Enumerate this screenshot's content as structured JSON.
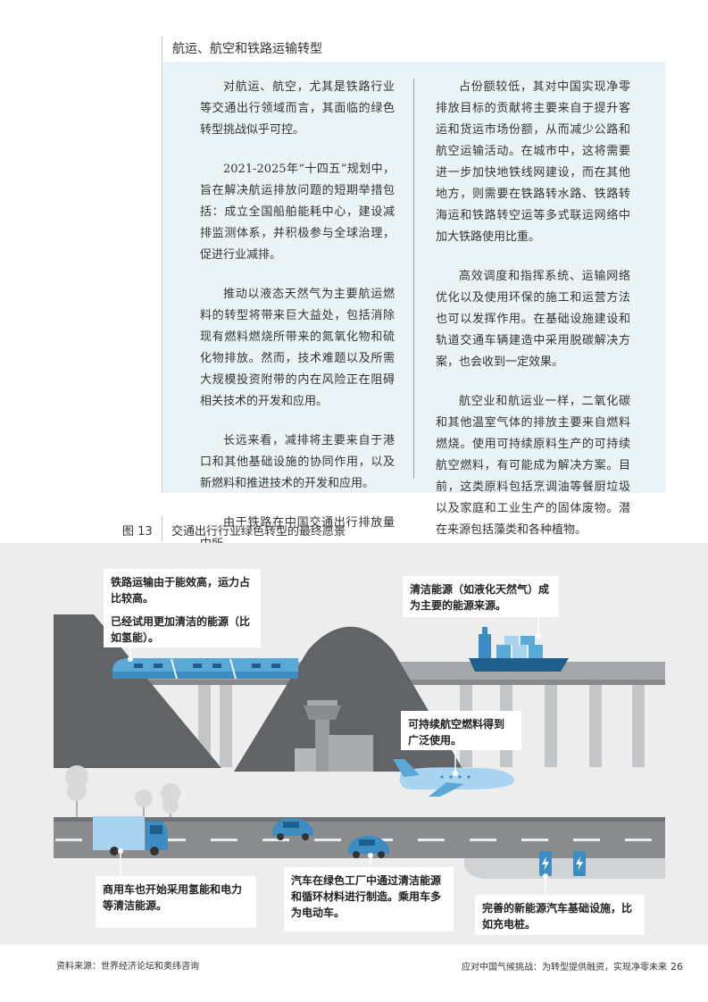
{
  "header": {
    "section_title": "航运、航空和铁路运输转型"
  },
  "article": {
    "left_paragraphs": [
      "对航运、航空，尤其是铁路行业等交通出行领域而言，其面临的绿色转型挑战似乎可控。",
      "2021-2025年“十四五”规划中，旨在解决航运排放问题的短期举措包括：成立全国船舶能耗中心，建设减排监测体系，并积极参与全球治理，促进行业减排。",
      "推动以液态天然气为主要航运燃料的转型将带来巨大益处，包括消除现有燃料燃烧所带来的氮氧化物和硫化物排放。然而，技术难题以及所需大规模投资附带的内在风险正在阻碍相关技术的开发和应用。",
      "长远来看，减排将主要来自于港口和其他基础设施的协同作用，以及新燃料和推进技术的开发和应用。",
      "由于铁路在中国交通出行排放量中所"
    ],
    "right_paragraphs": [
      "占份额较低，其对中国实现净零排放目标的贡献将主要来自于提升客运和货运市场份额，从而减少公路和航空运输活动。在城市中，这将需要进一步加快地铁线网建设，而在其他地方，则需要在铁路转水路、铁路转海运和铁路转空运等多式联运网络中加大铁路使用比重。",
      "高效调度和指挥系统、运输网络优化以及使用环保的施工和运营方法也可以发挥作用。在基础设施建设和轨道交通车辆建造中采用脱碳解决方案，也会收到一定效果。",
      "航空业和航运业一样，二氧化碳和其他温室气体的排放主要来自燃料燃烧。使用可持续原料生产的可持续航空燃料，有可能成为解决方案。目前，这类原料包括烹调油等餐厨垃圾以及家庭和工业生产的固体废物。潜在来源包括藻类和各种植物。"
    ]
  },
  "figure": {
    "label": "图 13",
    "title": "交通出行行业绿色转型的最终愿景",
    "callouts": {
      "rail_1": "铁路运输由于能效高，运力占比较高。",
      "rail_2": "已经试用更加清洁的能源（比如氢能）。",
      "clean_energy": "清洁能源（如液化天然气）成为主要的能源来源。",
      "aviation": "可持续航空燃料得到广泛使用。",
      "commercial": "商用车也开始采用氢能和电力等清洁能源。",
      "cars": "汽车在绿色工厂中通过清洁能源和循环材料进行制造。乘用车多为电动车。",
      "charging": "完善的新能源汽车基础设施，比如充电桩。"
    },
    "icons": [
      "train-icon",
      "ship-icon",
      "airplane-icon",
      "truck-icon",
      "car-icon",
      "charging-station-icon",
      "control-tower-icon",
      "tree-icon"
    ],
    "colors": {
      "accent_blue": "#5aa8d6",
      "light_blue": "#a9d4ef",
      "dark_gray": "#616366",
      "background": "#ededee",
      "textbox": "#eaf4f7"
    }
  },
  "footer": {
    "source": "资料来源：世界经济论坛和奥纬咨询",
    "publication": "应对中国气候挑战：为转型提供融资，实现净零未来",
    "page_number": "26"
  }
}
